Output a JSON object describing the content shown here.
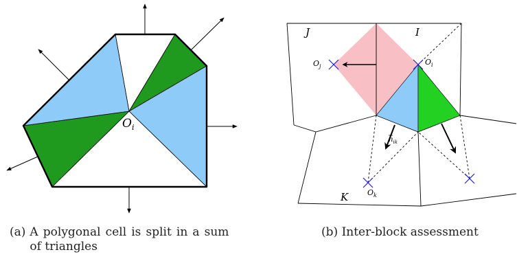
{
  "colors": {
    "light_blue": "#8ecbf8",
    "green": "#1f9a1f",
    "bright_green": "#22d122",
    "pink": "#f8bfc4",
    "cross_blue": "#2020e0",
    "stroke": "#000000"
  },
  "panel_a": {
    "center_label": "O",
    "center_sub": "i",
    "caption_tag": "(a)",
    "caption_text": "A polygonal cell is split in a sum of triangles"
  },
  "panel_b": {
    "cell_labels": {
      "J": "J",
      "I": "I",
      "K": "K"
    },
    "point_labels": {
      "Oj": {
        "main": "O",
        "sub": "j"
      },
      "Oi": {
        "main": "O",
        "sub": "i"
      },
      "Ok": {
        "main": "O",
        "sub": "k"
      }
    },
    "normal_label": {
      "main": "n",
      "sub": "ik"
    },
    "caption_tag": "(b)",
    "caption_text": "Inter-block assessment"
  }
}
